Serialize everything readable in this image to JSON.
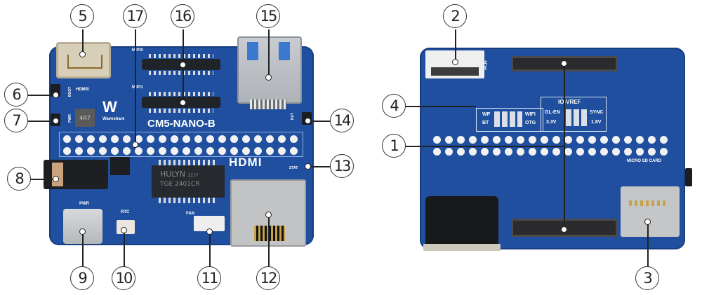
{
  "figure": {
    "front_board": {
      "model_label": "CM5-NANO-B",
      "brand_label": "Waveshare",
      "silkscreen": {
        "mipi0": "MIPI0",
        "mipi1": "MIPI1",
        "hdmi0": "HDMI0",
        "boot": "BOOT",
        "pwr_btn": "PWR",
        "key": "KEY",
        "hdmi_logo": "HDMI",
        "stat": "STAT",
        "pwr": "PWR",
        "rtc": "RTC",
        "fan": "FAN",
        "chip_line1": "HULYN",
        "chip_code": "2237",
        "chip_line2": "TGE 2401CR",
        "inductor": "4R7"
      }
    },
    "back_board": {
      "silkscreen": {
        "pcie": "PCIe",
        "io_vref": "IO-VREF",
        "wp": "WP",
        "bt": "BT",
        "wifi": "WIFI",
        "otg": "OTG",
        "gl_en": "GL-EN",
        "sync": "SYNC",
        "v33": "3.3V",
        "v18": "1.8V",
        "micro_sd": "MICRO SD CARD"
      }
    },
    "callouts": [
      {
        "id": "1",
        "label": "1"
      },
      {
        "id": "2",
        "label": "2"
      },
      {
        "id": "3",
        "label": "3"
      },
      {
        "id": "4",
        "label": "4"
      },
      {
        "id": "5",
        "label": "5"
      },
      {
        "id": "6",
        "label": "6"
      },
      {
        "id": "7",
        "label": "7"
      },
      {
        "id": "8",
        "label": "8"
      },
      {
        "id": "9",
        "label": "9"
      },
      {
        "id": "10",
        "label": "10"
      },
      {
        "id": "11",
        "label": "11"
      },
      {
        "id": "12",
        "label": "12"
      },
      {
        "id": "13",
        "label": "13"
      },
      {
        "id": "14",
        "label": "14"
      },
      {
        "id": "15",
        "label": "15"
      },
      {
        "id": "16",
        "label": "16"
      },
      {
        "id": "17",
        "label": "17"
      }
    ],
    "colors": {
      "pcb": "#1f4f9e",
      "silk": "#ffffff",
      "callout_line": "#222222"
    }
  }
}
